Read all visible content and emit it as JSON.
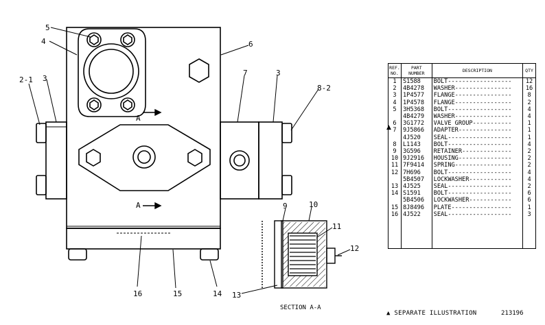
{
  "callouts": [
    "5",
    "4",
    "6",
    "2-1",
    "3",
    "7",
    "3",
    "8-2",
    "9",
    "10",
    "11",
    "12",
    "13",
    "16",
    "15",
    "14"
  ],
  "section_marker": "A",
  "section_title": "SECTION A-A",
  "table": {
    "headers": [
      "REF. NO.",
      "PART NUMBER",
      "DESCRIPTION",
      "QTY"
    ],
    "rows": [
      [
        "1",
        "S1588",
        "BOLT",
        "12"
      ],
      [
        "2",
        "4B4278",
        "WASHER",
        "16"
      ],
      [
        "3",
        "1P4577",
        "FLANGE",
        "8"
      ],
      [
        "4",
        "1P4578",
        "FLANGE",
        "2"
      ],
      [
        "5",
        "3H5368",
        "BOLT",
        "4"
      ],
      [
        "",
        "4B4279",
        "WASHER",
        "4"
      ],
      [
        "6",
        "3G1772",
        "VALVE GROUP",
        "1"
      ],
      [
        "7",
        "9J5866",
        "ADAPTER",
        "1"
      ],
      [
        "",
        "4J520",
        "SEAL",
        "1"
      ],
      [
        "8",
        "L1143",
        "BOLT",
        "4"
      ],
      [
        "9",
        "3G596",
        "RETAINER",
        "2"
      ],
      [
        "10",
        "9J2916",
        "HOUSING",
        "2"
      ],
      [
        "11",
        "7F9414",
        "SPRING",
        "2"
      ],
      [
        "12",
        "7H696",
        "BOLT",
        "4"
      ],
      [
        "",
        "5B4507",
        "LOCKWASHER",
        "4"
      ],
      [
        "13",
        "4J525",
        "SEAL",
        "2"
      ],
      [
        "14",
        "S1591",
        "BOLT",
        "6"
      ],
      [
        "",
        "5B4506",
        "LOCKWASHER",
        "6"
      ],
      [
        "15",
        "8J8496",
        "PLATE",
        "1"
      ],
      [
        "16",
        "4J522",
        "SEAL",
        "3"
      ]
    ],
    "separate_marker": "▲"
  },
  "footnote": "▲ SEPARATE ILLUSTRATION",
  "drawing_number": "213196"
}
